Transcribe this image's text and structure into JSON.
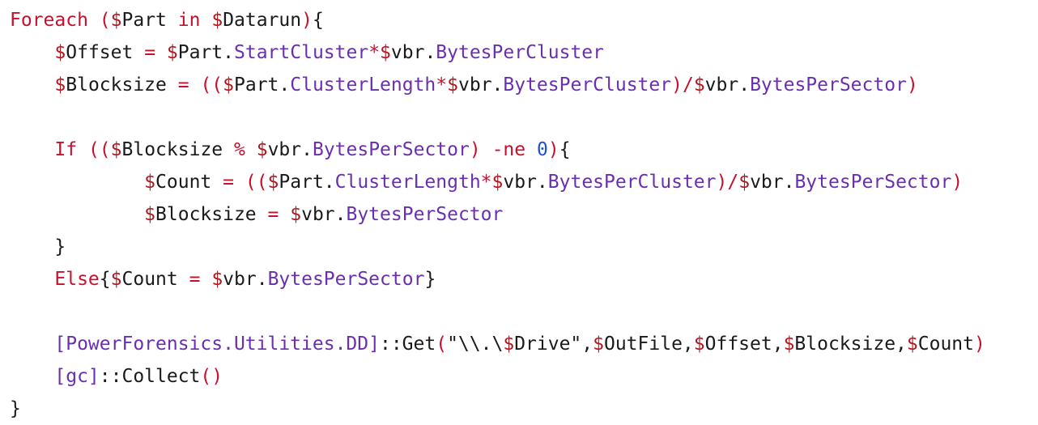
{
  "editor": {
    "language": "powershell",
    "colors": {
      "keyword": "#c8102e",
      "variable": "#b0171f",
      "property": "#6a2fb0",
      "operator": "#c8102e",
      "number": "#1f4fd6",
      "plain": "#1a1a1a",
      "background": "#ffffff"
    },
    "lines": [
      [
        {
          "t": "kw",
          "v": "Foreach"
        },
        {
          "t": "plain",
          "v": " "
        },
        {
          "t": "op",
          "v": "("
        },
        {
          "t": "var",
          "v": "$"
        },
        {
          "t": "plain",
          "v": "Part "
        },
        {
          "t": "kw",
          "v": "in"
        },
        {
          "t": "plain",
          "v": " "
        },
        {
          "t": "var",
          "v": "$"
        },
        {
          "t": "plain",
          "v": "Datarun"
        },
        {
          "t": "op",
          "v": ")"
        },
        {
          "t": "plain",
          "v": "{"
        }
      ],
      [
        {
          "t": "plain",
          "v": "    "
        },
        {
          "t": "var",
          "v": "$"
        },
        {
          "t": "plain",
          "v": "Offset "
        },
        {
          "t": "op",
          "v": "="
        },
        {
          "t": "plain",
          "v": " "
        },
        {
          "t": "var",
          "v": "$"
        },
        {
          "t": "plain",
          "v": "Part."
        },
        {
          "t": "prop",
          "v": "StartCluster"
        },
        {
          "t": "op",
          "v": "*"
        },
        {
          "t": "var",
          "v": "$"
        },
        {
          "t": "plain",
          "v": "vbr."
        },
        {
          "t": "prop",
          "v": "BytesPerCluster"
        }
      ],
      [
        {
          "t": "plain",
          "v": "    "
        },
        {
          "t": "var",
          "v": "$"
        },
        {
          "t": "plain",
          "v": "Blocksize "
        },
        {
          "t": "op",
          "v": "="
        },
        {
          "t": "plain",
          "v": " "
        },
        {
          "t": "op",
          "v": "(("
        },
        {
          "t": "var",
          "v": "$"
        },
        {
          "t": "plain",
          "v": "Part."
        },
        {
          "t": "prop",
          "v": "ClusterLength"
        },
        {
          "t": "op",
          "v": "*"
        },
        {
          "t": "var",
          "v": "$"
        },
        {
          "t": "plain",
          "v": "vbr."
        },
        {
          "t": "prop",
          "v": "BytesPerCluster"
        },
        {
          "t": "op",
          "v": ")/"
        },
        {
          "t": "var",
          "v": "$"
        },
        {
          "t": "plain",
          "v": "vbr."
        },
        {
          "t": "prop",
          "v": "BytesPerSector"
        },
        {
          "t": "op",
          "v": ")"
        }
      ],
      [],
      [
        {
          "t": "plain",
          "v": "    "
        },
        {
          "t": "kw",
          "v": "If"
        },
        {
          "t": "plain",
          "v": " "
        },
        {
          "t": "op",
          "v": "(("
        },
        {
          "t": "var",
          "v": "$"
        },
        {
          "t": "plain",
          "v": "Blocksize "
        },
        {
          "t": "op",
          "v": "%"
        },
        {
          "t": "plain",
          "v": " "
        },
        {
          "t": "var",
          "v": "$"
        },
        {
          "t": "plain",
          "v": "vbr."
        },
        {
          "t": "prop",
          "v": "BytesPerSector"
        },
        {
          "t": "op",
          "v": ")"
        },
        {
          "t": "plain",
          "v": " "
        },
        {
          "t": "op",
          "v": "-ne"
        },
        {
          "t": "plain",
          "v": " "
        },
        {
          "t": "num",
          "v": "0"
        },
        {
          "t": "op",
          "v": ")"
        },
        {
          "t": "plain",
          "v": "{"
        }
      ],
      [
        {
          "t": "plain",
          "v": "            "
        },
        {
          "t": "var",
          "v": "$"
        },
        {
          "t": "plain",
          "v": "Count "
        },
        {
          "t": "op",
          "v": "="
        },
        {
          "t": "plain",
          "v": " "
        },
        {
          "t": "op",
          "v": "(("
        },
        {
          "t": "var",
          "v": "$"
        },
        {
          "t": "plain",
          "v": "Part."
        },
        {
          "t": "prop",
          "v": "ClusterLength"
        },
        {
          "t": "op",
          "v": "*"
        },
        {
          "t": "var",
          "v": "$"
        },
        {
          "t": "plain",
          "v": "vbr."
        },
        {
          "t": "prop",
          "v": "BytesPerCluster"
        },
        {
          "t": "op",
          "v": ")/"
        },
        {
          "t": "var",
          "v": "$"
        },
        {
          "t": "plain",
          "v": "vbr."
        },
        {
          "t": "prop",
          "v": "BytesPerSector"
        },
        {
          "t": "op",
          "v": ")"
        }
      ],
      [
        {
          "t": "plain",
          "v": "            "
        },
        {
          "t": "var",
          "v": "$"
        },
        {
          "t": "plain",
          "v": "Blocksize "
        },
        {
          "t": "op",
          "v": "="
        },
        {
          "t": "plain",
          "v": " "
        },
        {
          "t": "var",
          "v": "$"
        },
        {
          "t": "plain",
          "v": "vbr."
        },
        {
          "t": "prop",
          "v": "BytesPerSector"
        }
      ],
      [
        {
          "t": "plain",
          "v": "    }"
        }
      ],
      [
        {
          "t": "plain",
          "v": "    "
        },
        {
          "t": "kw",
          "v": "Else"
        },
        {
          "t": "plain",
          "v": "{"
        },
        {
          "t": "var",
          "v": "$"
        },
        {
          "t": "plain",
          "v": "Count "
        },
        {
          "t": "op",
          "v": "="
        },
        {
          "t": "plain",
          "v": " "
        },
        {
          "t": "var",
          "v": "$"
        },
        {
          "t": "plain",
          "v": "vbr."
        },
        {
          "t": "prop",
          "v": "BytesPerSector"
        },
        {
          "t": "plain",
          "v": "}"
        }
      ],
      [],
      [
        {
          "t": "plain",
          "v": "    "
        },
        {
          "t": "type",
          "v": "[PowerForensics.Utilities.DD]"
        },
        {
          "t": "plain",
          "v": "::Get"
        },
        {
          "t": "op",
          "v": "("
        },
        {
          "t": "plain",
          "v": "\"\\\\.\\"
        },
        {
          "t": "var",
          "v": "$"
        },
        {
          "t": "plain",
          "v": "Drive\","
        },
        {
          "t": "var",
          "v": "$"
        },
        {
          "t": "plain",
          "v": "OutFile,"
        },
        {
          "t": "var",
          "v": "$"
        },
        {
          "t": "plain",
          "v": "Offset,"
        },
        {
          "t": "var",
          "v": "$"
        },
        {
          "t": "plain",
          "v": "Blocksize,"
        },
        {
          "t": "var",
          "v": "$"
        },
        {
          "t": "plain",
          "v": "Count"
        },
        {
          "t": "op",
          "v": ")"
        }
      ],
      [
        {
          "t": "plain",
          "v": "    "
        },
        {
          "t": "type",
          "v": "[gc]"
        },
        {
          "t": "plain",
          "v": "::Collect"
        },
        {
          "t": "op",
          "v": "()"
        }
      ],
      [
        {
          "t": "plain",
          "v": "}"
        }
      ]
    ]
  }
}
